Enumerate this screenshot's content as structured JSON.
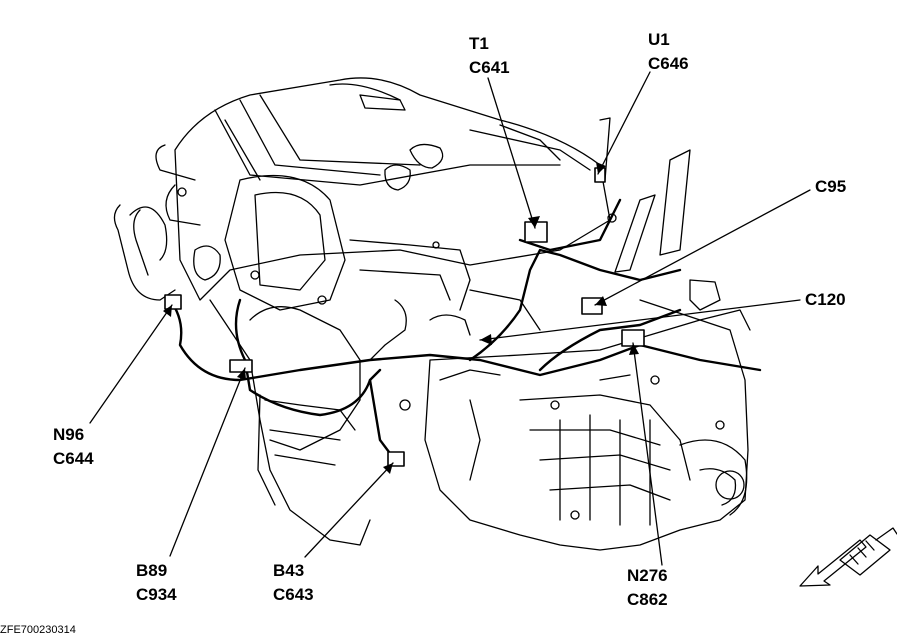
{
  "callouts": [
    {
      "id": "t1",
      "name": "T1",
      "connector": "C641"
    },
    {
      "id": "u1",
      "name": "U1",
      "connector": "C646"
    },
    {
      "id": "c95",
      "name": "",
      "connector": "C95"
    },
    {
      "id": "c120",
      "name": "",
      "connector": "C120"
    },
    {
      "id": "n96",
      "name": "N96",
      "connector": "C644"
    },
    {
      "id": "b89",
      "name": "B89",
      "connector": "C934"
    },
    {
      "id": "b43",
      "name": "B43",
      "connector": "C643"
    },
    {
      "id": "n276",
      "name": "N276",
      "connector": "C862"
    }
  ],
  "figure_id": "ZFE700230314",
  "view_indicator": "front-arrow-icon"
}
